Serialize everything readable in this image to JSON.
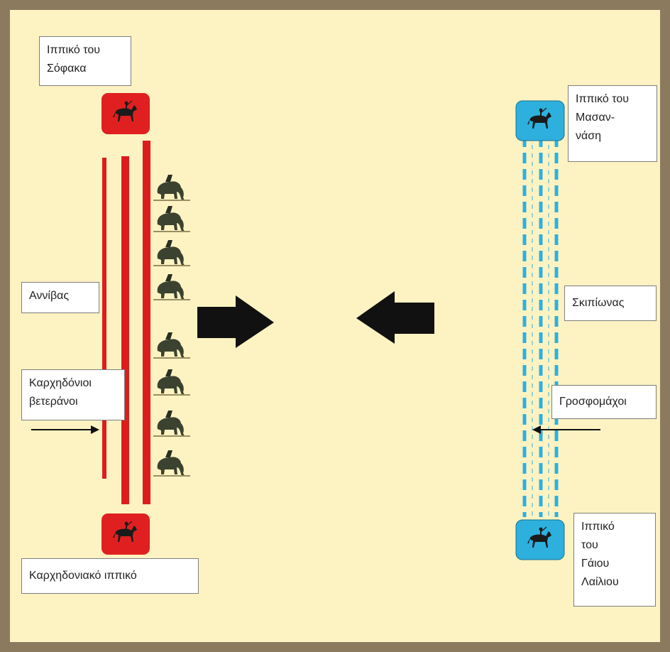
{
  "labels": {
    "sophax_cavalry": [
      "Ιππικό του",
      "Σόφακα"
    ],
    "hannibal": "Αννίβας",
    "carthaginian_veterans": [
      "Καρχηδόνιοι",
      "βετεράνοι"
    ],
    "carthaginian_cavalry": "Καρχηδονιακό ιππικό",
    "masinissa_cavalry": [
      "Ιππικό του",
      "Μασαν-",
      "νάση"
    ],
    "scipio": "Σκιπίωνας",
    "velites": "Γροσφομάχοι",
    "laelius_cavalry": [
      "Ιππικό",
      "του",
      "Γάιου",
      "Λαίλιου"
    ]
  },
  "colors": {
    "frame": "#8c7a5f",
    "background": "#fdf3c2",
    "carthage": "#e02020",
    "rome": "#2eb0de",
    "arrow": "#111111",
    "elephant": "#3c4230"
  },
  "units": {
    "elephants_count": 8,
    "carthage_cavalry_icons": 2,
    "rome_cavalry_icons": 2,
    "carthage_infantry_lines": 3,
    "rome_infantry_lines": 3
  },
  "icons": {
    "cavalry": "cavalry-icon",
    "elephant": "elephant-icon",
    "advance_arrow": "arrow-icon"
  }
}
